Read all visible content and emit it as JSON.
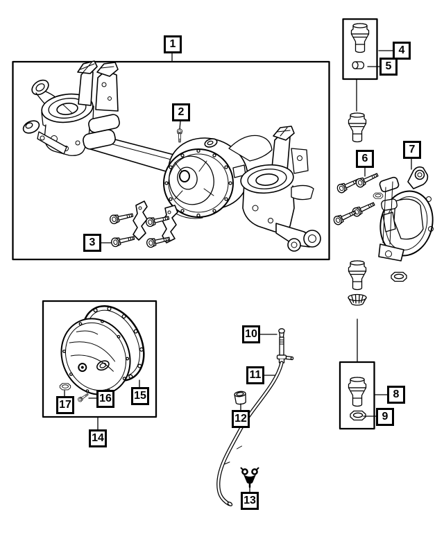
{
  "figure": {
    "type": "exploded-parts-diagram",
    "background_color": "#ffffff",
    "line_color": "#000000"
  },
  "callouts": [
    {
      "label": "1"
    },
    {
      "label": "2"
    },
    {
      "label": "3"
    },
    {
      "label": "4"
    },
    {
      "label": "5"
    },
    {
      "label": "6"
    },
    {
      "label": "7"
    },
    {
      "label": "8"
    },
    {
      "label": "9"
    },
    {
      "label": "10"
    },
    {
      "label": "11"
    },
    {
      "label": "12"
    },
    {
      "label": "13"
    },
    {
      "label": "14"
    },
    {
      "label": "15"
    },
    {
      "label": "16"
    },
    {
      "label": "17"
    }
  ]
}
